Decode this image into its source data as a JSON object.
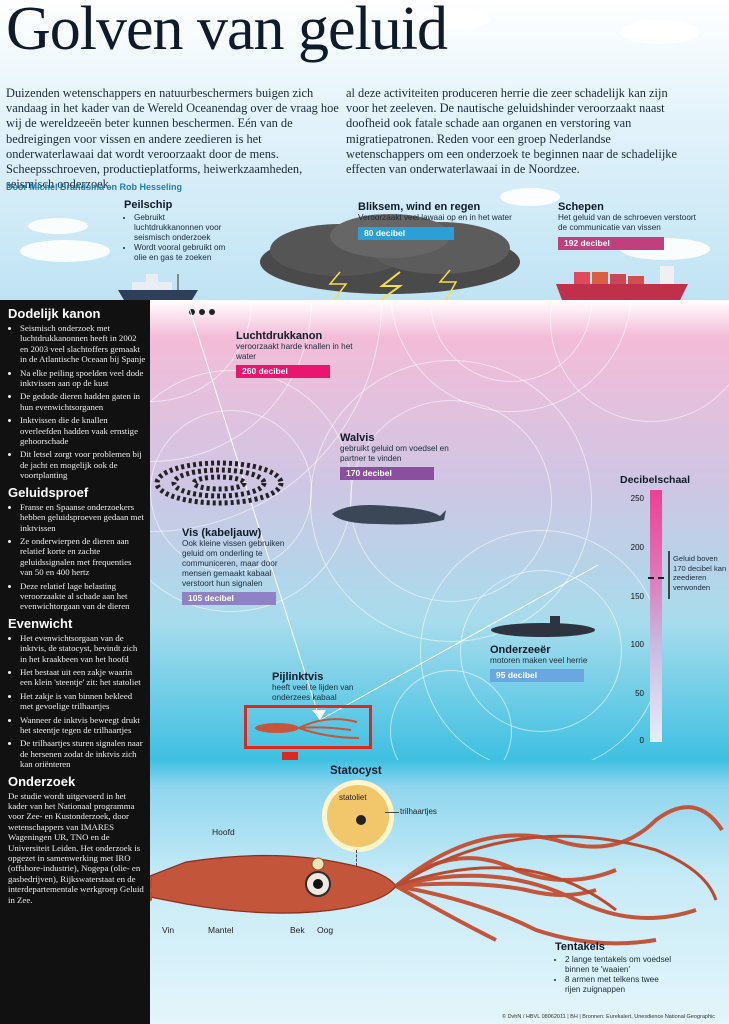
{
  "title": "Golven van geluid",
  "intro": {
    "col1": "Duizenden wetenschappers en natuurbeschermers buigen zich vandaag in het kader van de Wereld Oceanendag over de vraag hoe wij de wereldzeeën beter kunnen beschermen. Eén van de bedreigingen voor vissen en andere zeedieren is het onderwaterlawaai dat wordt veroorzaakt door de mens. Scheepsschroeven, productieplatforms, heiwerkzaamheden, seismisch onderzoek,",
    "col2": "al deze activiteiten produceren herrie die zeer schadelijk kan zijn voor het zeeleven. De nautische geluidshinder veroorzaakt naast doofheid ook fatale schade aan organen en verstoring van migratiepatronen. Reden voor een groep Nederlandse wetenschappers om een onderzoek te beginnen naar de schadelijke effecten van onderwaterlawaai in de Noordzee."
  },
  "byline": "Door Michel Brandsma en Rob Hesseling",
  "surface": {
    "peilschip": {
      "title": "Peilschip",
      "bullets": [
        "Gebruikt luchtdrukkanonnen voor seismisch onderzoek",
        "Wordt vooral gebruikt om olie en gas te zoeken"
      ]
    },
    "bliksem": {
      "title": "Bliksem, wind en regen",
      "text": "Veroorzaakt veel lawaai op en in het water",
      "db": "80 decibel",
      "color": "#2b9fd6"
    },
    "schepen": {
      "title": "Schepen",
      "text": "Het geluid van de schroeven verstoort de communicatie van vissen",
      "db": "192 decibel",
      "color": "#c0407e"
    }
  },
  "sources": {
    "luchtdrukkanon": {
      "title": "Luchtdrukkanon",
      "text": "veroorzaakt harde knallen in het water",
      "db": "260 decibel",
      "color": "#e8166f"
    },
    "walvis": {
      "title": "Walvis",
      "text": "gebruikt geluid om voedsel en partner te vinden",
      "db": "170 decibel",
      "color": "#8a4f9e"
    },
    "vis": {
      "title": "Vis (kabeljauw)",
      "text": "Ook kleine vissen gebruiken geluid om onderling te communiceren, maar door mensen gemaakt kabaal verstoort hun signalen",
      "db": "105 decibel",
      "color": "#8f82c4"
    },
    "onderzeeer": {
      "title": "Onderzeeër",
      "text": "motoren maken veel herrie",
      "db": "95 decibel",
      "color": "#6aa7e0"
    },
    "pijlinktvis": {
      "title": "Pijlinktvis",
      "text": "heeft veel te lijden van onderzees kabaal"
    }
  },
  "scale": {
    "title": "Decibelschaal",
    "ticks": [
      "250",
      "200",
      "150",
      "100",
      "50",
      "0"
    ],
    "note": "Geluid boven 170 decibel kan zeedieren verwonden"
  },
  "sidebar": {
    "sections": [
      {
        "heading": "Dodelijk kanon",
        "bullets": [
          "Seismisch onderzoek met luchtdrukkanonnen heeft in 2002 en 2003 veel slachtoffers gemaakt in de Atlantische Oceaan bij Spanje",
          "Na elke peiling spoelden veel dode inktvissen aan op de kust",
          "De gedode dieren hadden gaten in hun evenwichtsorganen",
          "Inktvissen die de knallen overleefden hadden vaak ernstige gehoorschade",
          "Dit letsel zorgt voor problemen bij de jacht en mogelijk ook de voortplanting"
        ]
      },
      {
        "heading": "Geluidsproef",
        "bullets": [
          "Franse en Spaanse onderzoekers hebben geluidsproeven gedaan met inktvissen",
          "Ze onderwierpen de dieren aan relatief korte en zachte geluidssignalen met frequenties van 50 en 400 hertz",
          "Deze relatief lage belasting veroorzaakte al schade aan het evenwichtorgaan van de dieren"
        ]
      },
      {
        "heading": "Evenwicht",
        "bullets": [
          "Het evenwichtsorgaan van de inktvis, de statocyst, bevindt zich in het kraakbeen van het hoofd",
          "Het bestaat uit een zakje waarin een klein 'steentje' zit: het statoliet",
          "Het zakje is van binnen bekleed met gevoelige trilhaartjes",
          "Wanneer de inktvis beweegt drukt het steentje tegen de trilhaartjes",
          "De trilhaartjes sturen signalen naar de hersenen zodat de inktvis zich kan oriënteren"
        ]
      }
    ],
    "onderzoek": {
      "heading": "Onderzoek",
      "text": "De studie wordt uitgevoerd in het kader van het Nationaal programma voor Zee- en Kustonderzoek, door wetenschappers van IMARES Wageningen UR, TNO en de Universiteit Leiden. Het onderzoek is opgezet in samenwerking met IRO (offshore-industrie), Nogepa (olie- en gasbedrijven), Rijkswaterstaat en de interdepartementale werkgroep Geluid in Zee."
    }
  },
  "anatomy": {
    "statocyst": "Statocyst",
    "statoliet": "statoliet",
    "trilhaartjes": "trilhaartjes",
    "hoofd": "Hoofd",
    "vin": "Vin",
    "mantel": "Mantel",
    "bek": "Bek",
    "oog": "Oog",
    "tentakels": {
      "title": "Tentakels",
      "bullets": [
        "2 lange tentakels om voedsel binnen te 'waaien'",
        "8 armen met telkens twee rijen zuignappen"
      ]
    }
  },
  "footer": "© DvhN / HBVL 08062011 | BH | Bronnen: Eurekalert, Unesdience National Geographic"
}
